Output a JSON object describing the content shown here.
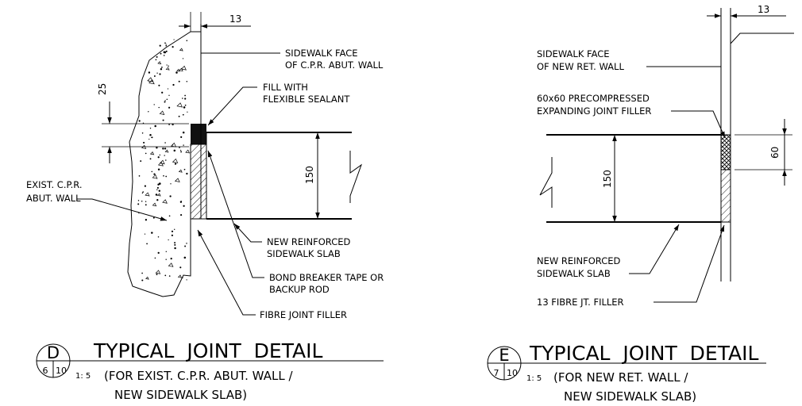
{
  "detail_d": {
    "dim_top": "13",
    "dim_left": "25",
    "dim_slab": "150",
    "note_face_1": "SIDEWALK FACE",
    "note_face_2": "OF C.P.R. ABUT. WALL",
    "note_fill_1": "FILL WITH",
    "note_fill_2": "FLEXIBLE SEALANT",
    "note_wall_1": "EXIST. C.P.R.",
    "note_wall_2": "ABUT. WALL",
    "note_slab_1": "NEW REINFORCED",
    "note_slab_2": "SIDEWALK SLAB",
    "note_bond_1": "BOND BREAKER TAPE OR",
    "note_bond_2": "BACKUP ROD",
    "note_fibre": "FIBRE JOINT FILLER",
    "bubble_letter": "D",
    "bubble_sheet": "6",
    "bubble_ref": "10",
    "title": "TYPICAL  JOINT  DETAIL",
    "scale": "1: 5",
    "subtitle_1": "(FOR EXIST. C.P.R. ABUT. WALL /",
    "subtitle_2": "NEW SIDEWALK SLAB)"
  },
  "detail_e": {
    "dim_top": "13",
    "dim_slab": "150",
    "dim_filler": "60",
    "note_face_1": "SIDEWALK FACE",
    "note_face_2": "OF NEW RET. WALL",
    "note_filler_1": "60x60 PRECOMPRESSED",
    "note_filler_2": "EXPANDING JOINT FILLER",
    "note_slab_1": "NEW REINFORCED",
    "note_slab_2": "SIDEWALK SLAB",
    "note_fibre": "13 FIBRE JT. FILLER",
    "bubble_letter": "E",
    "bubble_sheet": "7",
    "bubble_ref": "10",
    "title": "TYPICAL  JOINT  DETAIL",
    "scale": "1: 5",
    "subtitle_1": "(FOR NEW RET. WALL /",
    "subtitle_2": "NEW SIDEWALK SLAB)"
  }
}
